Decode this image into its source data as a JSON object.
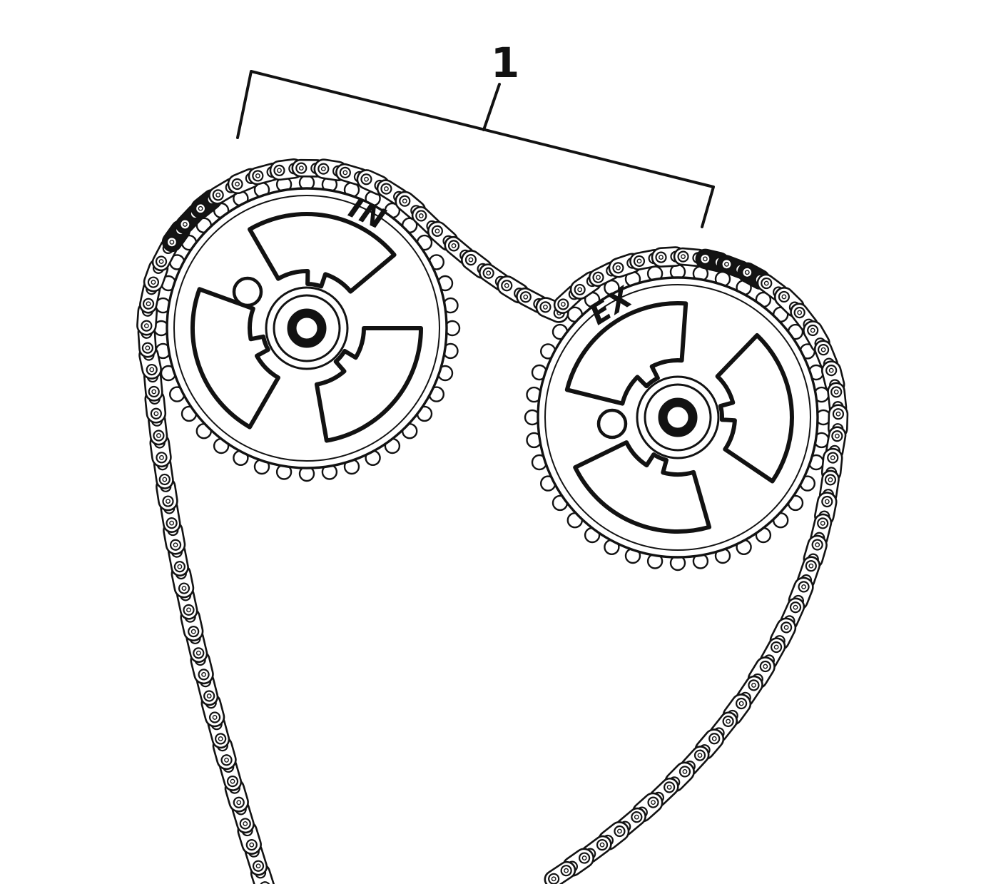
{
  "callout": {
    "number": "1"
  },
  "sprockets": {
    "intake_label": "IN",
    "exhaust_label": "EX"
  },
  "colors": {
    "line": "#121212",
    "background": "#ffffff"
  }
}
